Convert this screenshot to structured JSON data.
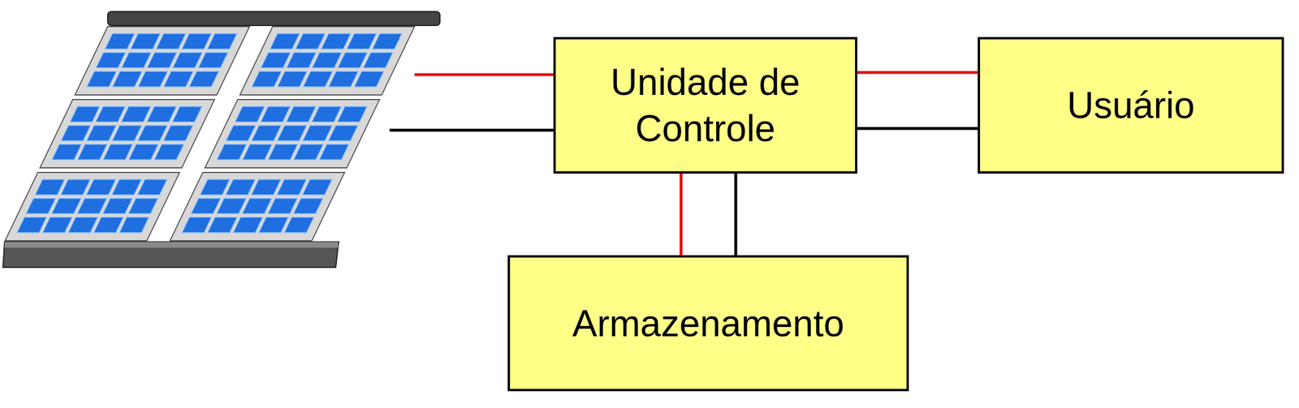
{
  "diagram": {
    "nodes": [
      {
        "text": [
          "Unidade de Controle"
        ]
      },
      {
        "text": [
          "Usuário"
        ]
      },
      {
        "text": [
          "Armazenamento"
        ]
      }
    ],
    "edges": [
      {
        "from": 0,
        "to": 1,
        "arrow": "none"
      },
      {
        "from": 0,
        "to": 2,
        "arrow": "none"
      }
    ]
  }
}
